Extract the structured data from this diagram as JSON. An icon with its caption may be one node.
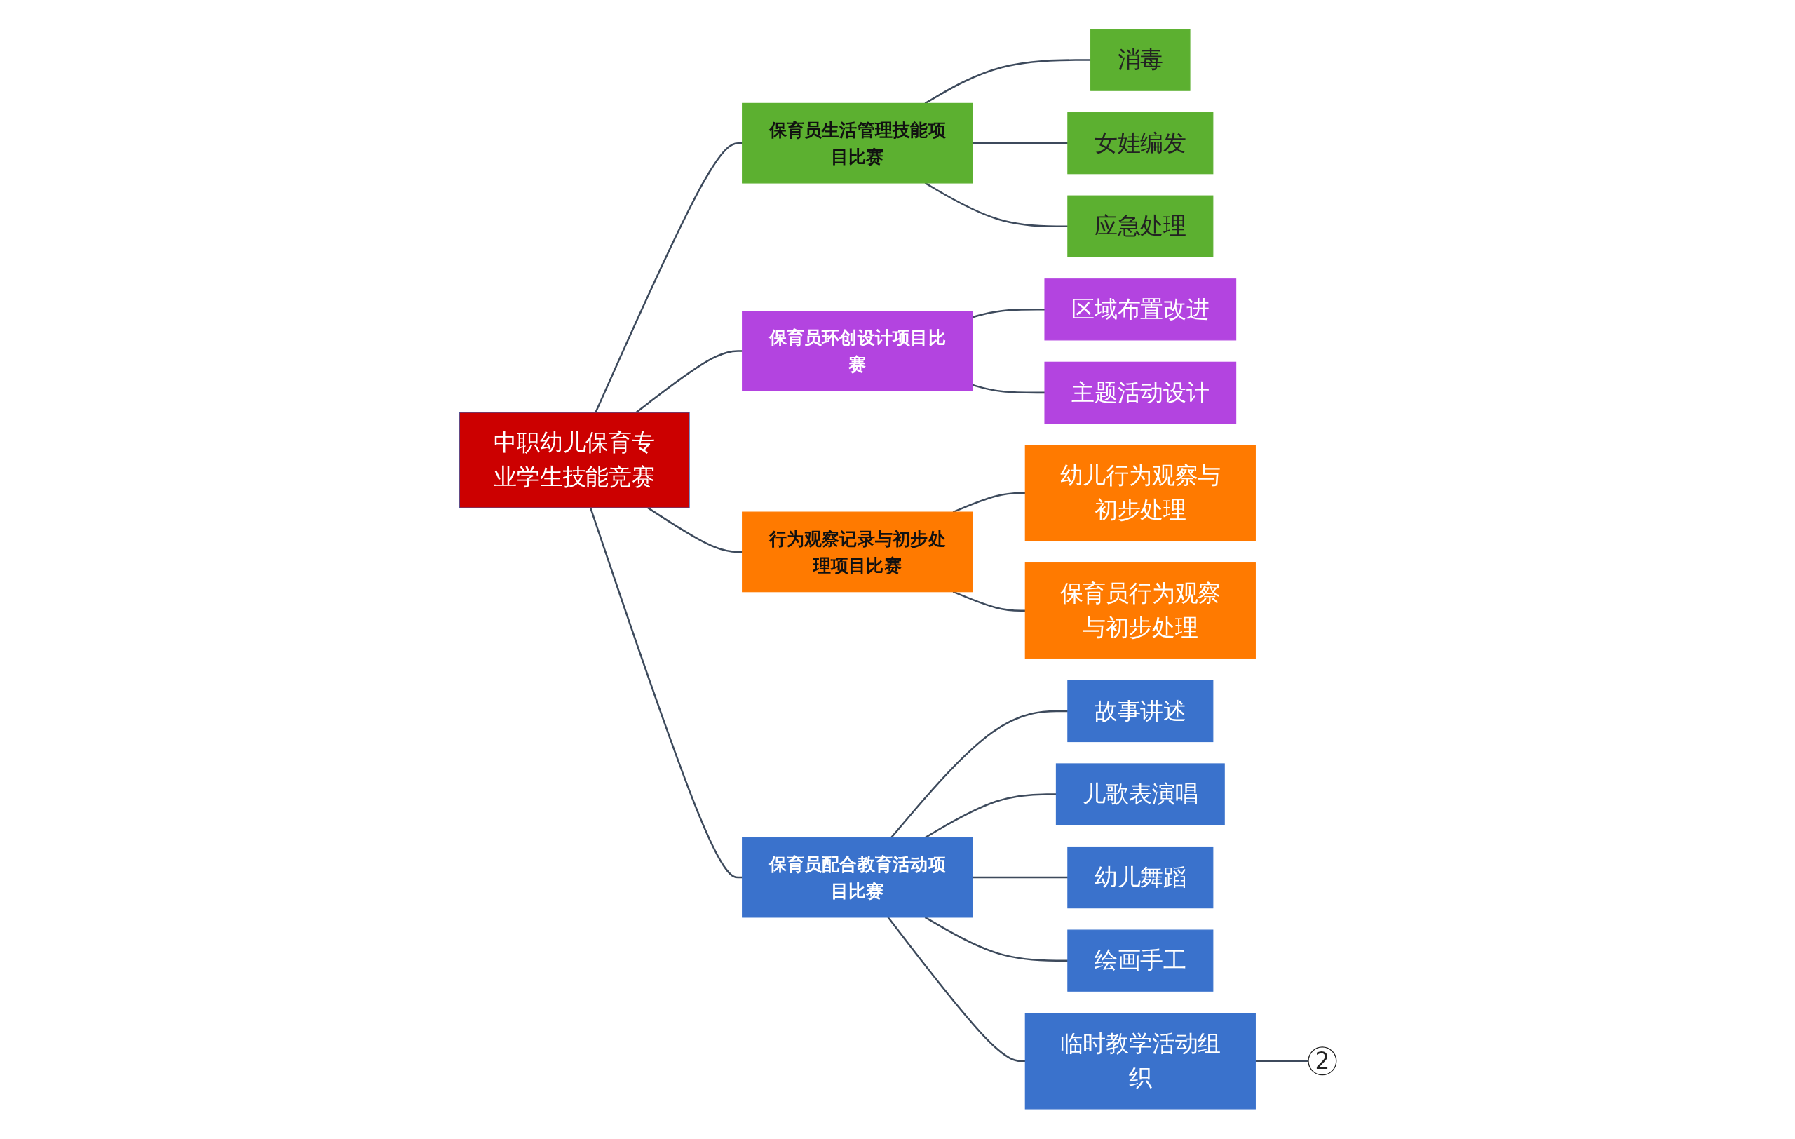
{
  "diagram": {
    "nodes": [
      {
        "text": [
          "中职幼儿保育专业学生技能竞赛"
        ]
      },
      {
        "text": [
          "保育员生活管理技能项目比赛"
        ]
      },
      {
        "text": [
          "消毒"
        ]
      },
      {
        "text": [
          "女娃编发"
        ]
      },
      {
        "text": [
          "应急处理"
        ]
      },
      {
        "text": [
          "保育员环创设计项目比赛"
        ]
      },
      {
        "text": [
          "区域布置改进"
        ]
      },
      {
        "text": [
          "主题活动设计"
        ]
      },
      {
        "text": [
          "行为观察记录与初步处理项目比赛"
        ]
      },
      {
        "text": [
          "幼儿行为观察与初步处理"
        ]
      },
      {
        "text": [
          "保育员行为观察与初步处理"
        ]
      },
      {
        "text": [
          "保育员配合教育活动项目比赛"
        ]
      },
      {
        "text": [
          "故事讲述"
        ]
      },
      {
        "text": [
          "儿歌表演唱"
        ]
      },
      {
        "text": [
          "幼儿舞蹈"
        ]
      },
      {
        "text": [
          "绘画手工"
        ]
      },
      {
        "text": [
          "临时教学活动组织"
        ]
      },
      {
        "text": [
          "2"
        ]
      }
    ],
    "edges": [
      {
        "from": 0,
        "to": 1,
        "arrow": "none"
      },
      {
        "from": 1,
        "to": 2,
        "arrow": "none"
      },
      {
        "from": 1,
        "to": 3,
        "arrow": "none"
      },
      {
        "from": 1,
        "to": 4,
        "arrow": "none"
      },
      {
        "from": 0,
        "to": 5,
        "arrow": "none"
      },
      {
        "from": 5,
        "to": 6,
        "arrow": "none"
      },
      {
        "from": 5,
        "to": 7,
        "arrow": "none"
      },
      {
        "from": 0,
        "to": 8,
        "arrow": "none"
      },
      {
        "from": 8,
        "to": 9,
        "arrow": "none"
      },
      {
        "from": 8,
        "to": 10,
        "arrow": "none"
      },
      {
        "from": 0,
        "to": 11,
        "arrow": "none"
      },
      {
        "from": 11,
        "to": 12,
        "arrow": "none"
      },
      {
        "from": 11,
        "to": 13,
        "arrow": "none"
      },
      {
        "from": 11,
        "to": 14,
        "arrow": "none"
      },
      {
        "from": 11,
        "to": 15,
        "arrow": "none"
      },
      {
        "from": 11,
        "to": 16,
        "arrow": "none"
      },
      {
        "from": 16,
        "to": 17,
        "arrow": "none"
      }
    ]
  }
}
